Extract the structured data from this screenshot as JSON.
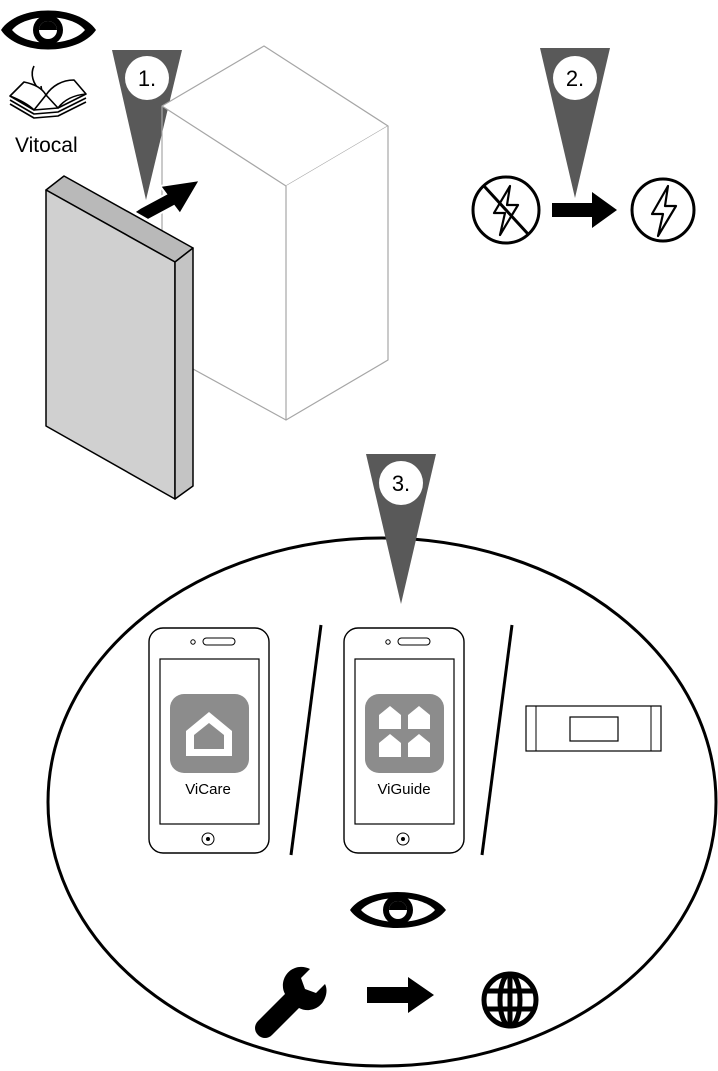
{
  "manual": {
    "label": "Vitocal"
  },
  "steps": [
    {
      "label": "1."
    },
    {
      "label": "2."
    },
    {
      "label": "3."
    }
  ],
  "apps": [
    {
      "label": "ViCare"
    },
    {
      "label": "ViGuide"
    }
  ],
  "colors": {
    "ink": "#000000",
    "marker": "#595959",
    "panel": "#d0d0d0",
    "app_icon": "#8c8c8c"
  },
  "icons": [
    "eye-icon",
    "manual-book-icon",
    "power-off-icon",
    "power-on-icon",
    "arrow-right-icon",
    "home-icon",
    "multi-home-icon",
    "wrench-icon",
    "globe-icon"
  ]
}
